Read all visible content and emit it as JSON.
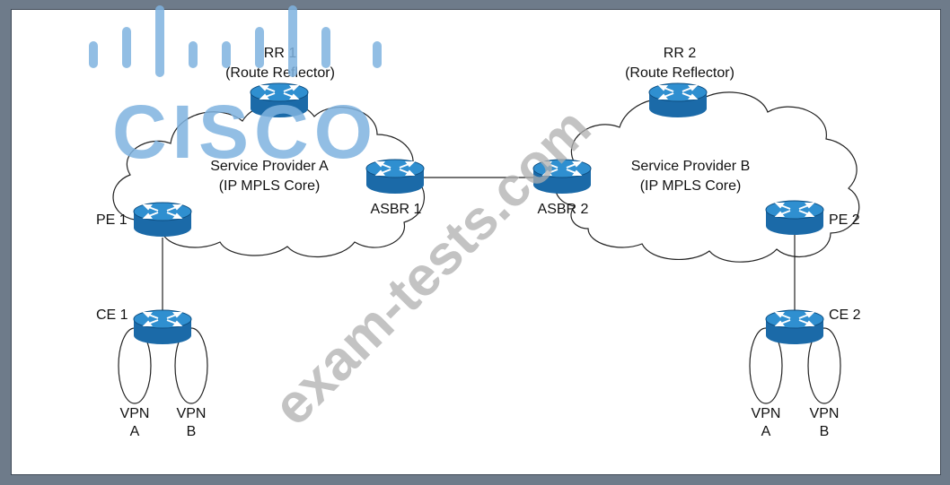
{
  "diagram": {
    "rr1": {
      "name": "RR 1",
      "desc": "(Route Reflector)"
    },
    "rr2": {
      "name": "RR 2",
      "desc": "(Route Reflector)"
    },
    "sp_a": {
      "line1": "Service Provider A",
      "line2": "(IP MPLS Core)"
    },
    "sp_b": {
      "line1": "Service Provider B",
      "line2": "(IP MPLS Core)"
    },
    "asbr1": "ASBR 1",
    "asbr2": "ASBR 2",
    "pe1": "PE 1",
    "pe2": "PE 2",
    "ce1": "CE 1",
    "ce2": "CE 2",
    "vpn_left_a": {
      "line1": "VPN",
      "line2": "A"
    },
    "vpn_left_b": {
      "line1": "VPN",
      "line2": "B"
    },
    "vpn_right_a": {
      "line1": "VPN",
      "line2": "A"
    },
    "vpn_right_b": {
      "line1": "VPN",
      "line2": "B"
    }
  },
  "watermark": {
    "logo": "CISCO",
    "text": "exam-tests.com"
  },
  "colors": {
    "router_top": "#2f8fd0",
    "router_side": "#1b6aa8",
    "cloud_stroke": "#222222",
    "logo": "#7fb3e0",
    "watermark": "#bdbdbd"
  }
}
